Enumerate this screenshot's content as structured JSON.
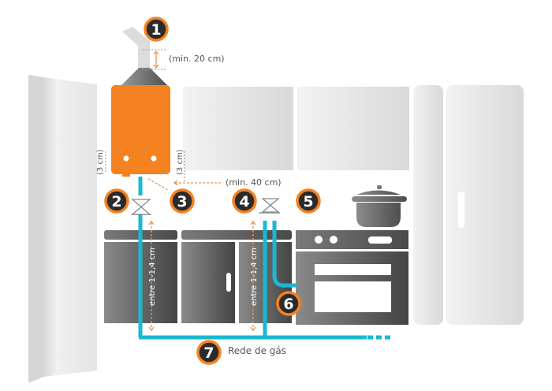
{
  "diagram": {
    "title": "Instalação de aquecedor a gás",
    "colors": {
      "heater": "#f58220",
      "gas_pipe": "#1ab8d2",
      "badge_fill": "#2b2b2b",
      "badge_ring": "#f58220",
      "measure": "#f0924a",
      "cabinet_dark": "#5a5a5a",
      "cabinet_light": "#e6e6e6",
      "label_text": "#555555"
    },
    "badges": [
      {
        "number": "1",
        "meaning": "chimney-exhaust"
      },
      {
        "number": "2",
        "meaning": "heater-gas-valve"
      },
      {
        "number": "3",
        "meaning": "heater-clearance"
      },
      {
        "number": "4",
        "meaning": "stove-gas-valve"
      },
      {
        "number": "5",
        "meaning": "stove"
      },
      {
        "number": "6",
        "meaning": "stove-gas-hose"
      },
      {
        "number": "7",
        "meaning": "gas-network"
      }
    ],
    "labels": {
      "min_20": "(min. 20 cm)",
      "min_40": "(min. 40 cm)",
      "side_left": "(3 cm)",
      "side_right": "(3 cm)",
      "between_left": "entre 1-1,4 cm",
      "between_right": "entre 1-1,4 cm",
      "gas_network": "Rede de gás"
    }
  }
}
